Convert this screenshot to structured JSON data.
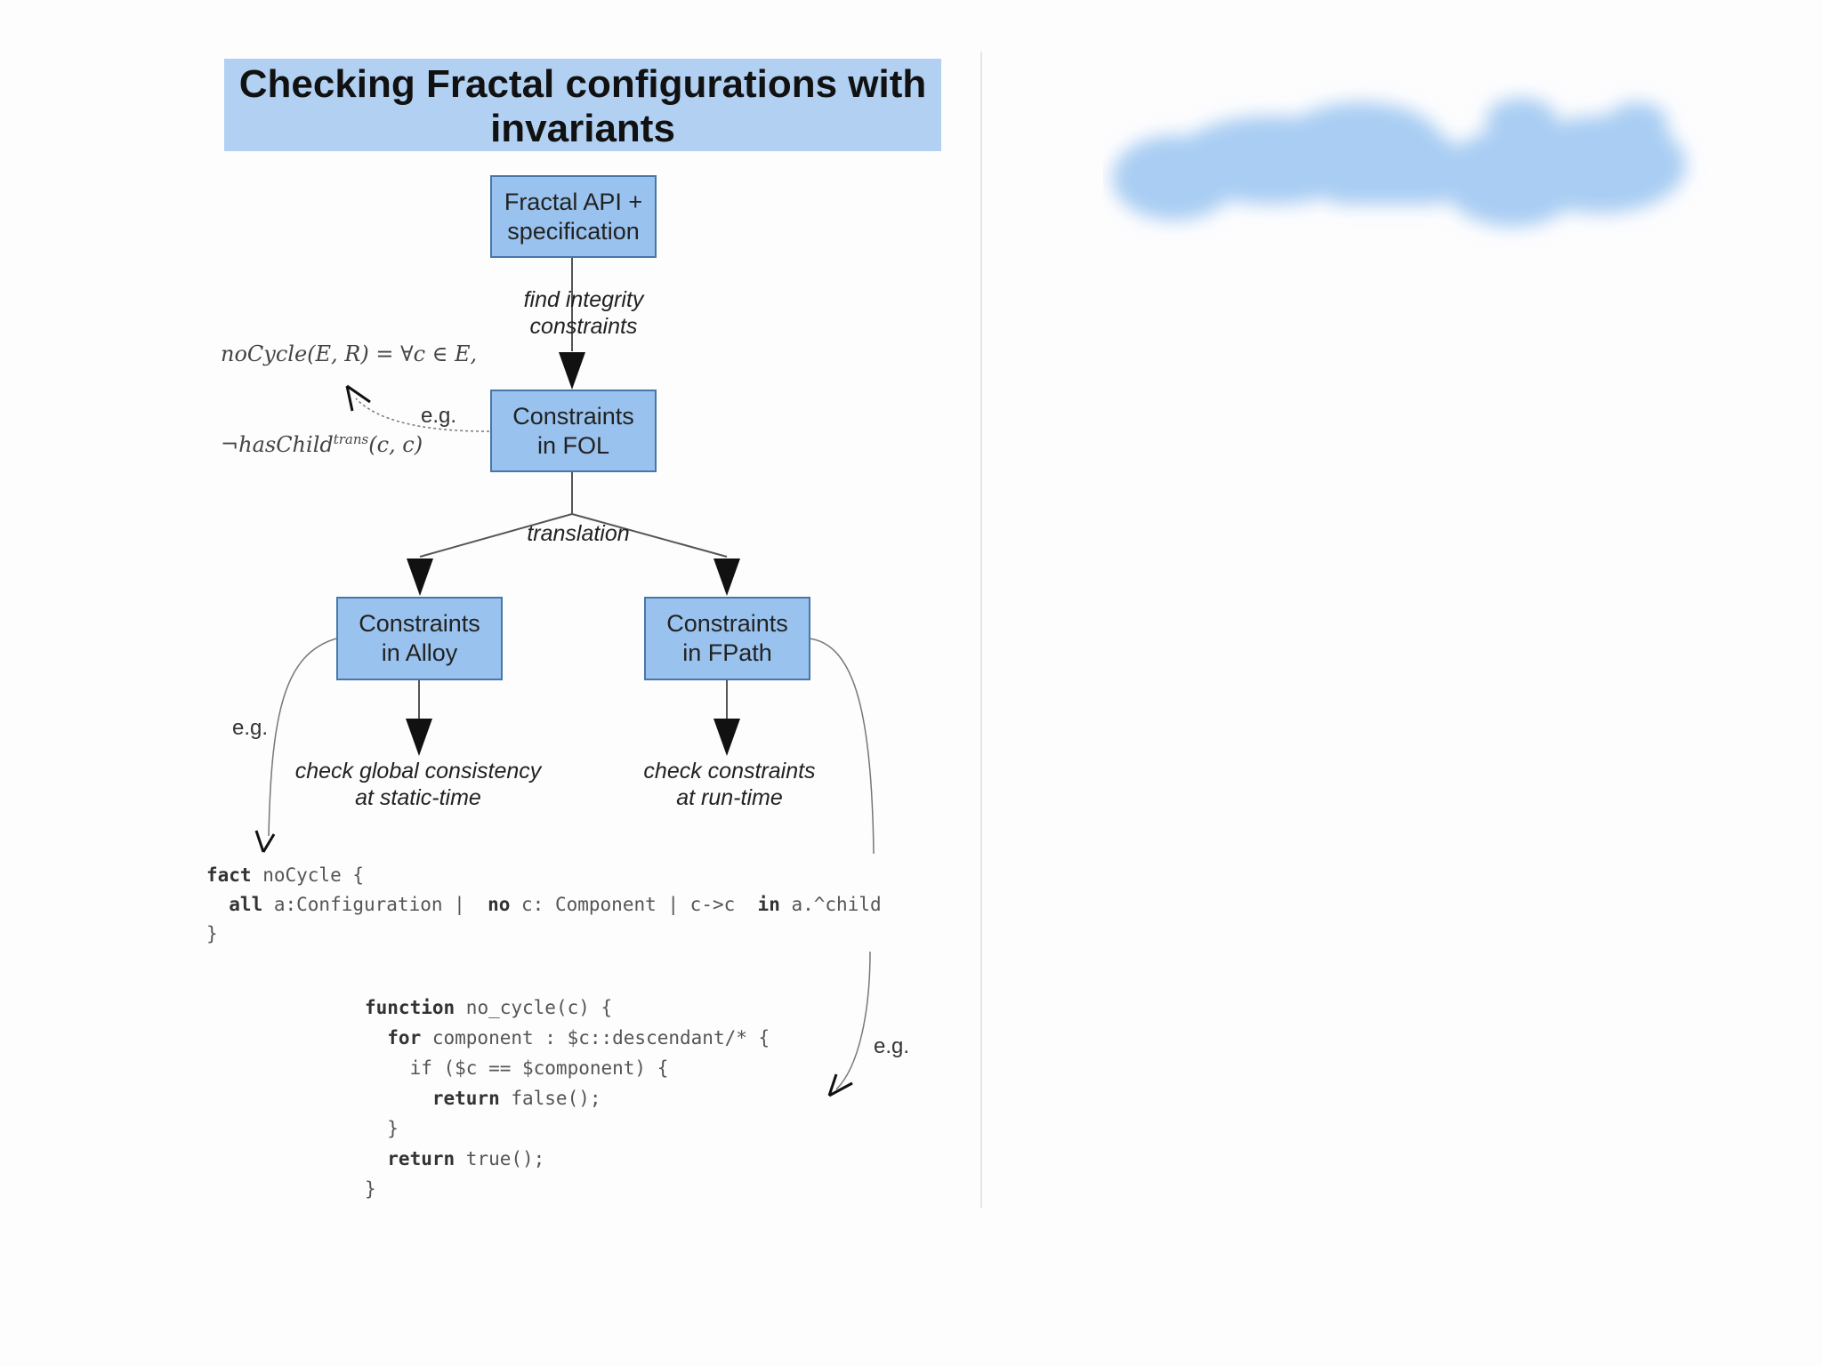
{
  "slide": {
    "title": "Checking Fractal configurations with invariants"
  },
  "diagram": {
    "box_api": "Fractal API +\nspecification",
    "box_fol": "Constraints\nin FOL",
    "box_alloy": "Constraints\nin Alloy",
    "box_fpath": "Constraints\nin FPath",
    "label_find": "find integrity\nconstraints",
    "label_translation": "translation",
    "label_check_static": "check global consistency\nat static-time",
    "label_check_runtime": "check constraints\nat run-time",
    "eg_fol": "e.g.",
    "eg_alloy": "e.g.",
    "eg_fpath": "e.g.",
    "formula_line1": "noCycle(E, R) = ∀c ∈ E,",
    "formula_line2_prefix": "¬hasChild",
    "formula_line2_sup": "trans",
    "formula_line2_suffix": "(c, c)"
  },
  "code": {
    "alloy": [
      {
        "kw": "fact",
        "rest": " noCycle {"
      },
      {
        "kw": "  all",
        "rest": " a:Configuration |  ",
        "kw2": "no",
        "rest2": " c: Component | c->c  ",
        "kw3": "in",
        "rest3": " a.^child"
      },
      {
        "kw": "",
        "rest": "}"
      }
    ],
    "fpath": [
      {
        "kw": "function",
        "rest": " no_cycle(c) {"
      },
      {
        "kw": "  for",
        "rest": " component : $c::descendant/* {"
      },
      {
        "kw": "",
        "rest": "    if ($c == $component) {"
      },
      {
        "kw": "      return",
        "rest": " false();"
      },
      {
        "kw": "",
        "rest": "  }"
      },
      {
        "kw": "  return",
        "rest": " true();"
      },
      {
        "kw": "",
        "rest": "}"
      }
    ]
  },
  "colors": {
    "title_bg": "#b2d1f2",
    "box_fill": "#99c2ee",
    "box_border": "#4677a8",
    "cloud": "#a9cdf3"
  }
}
